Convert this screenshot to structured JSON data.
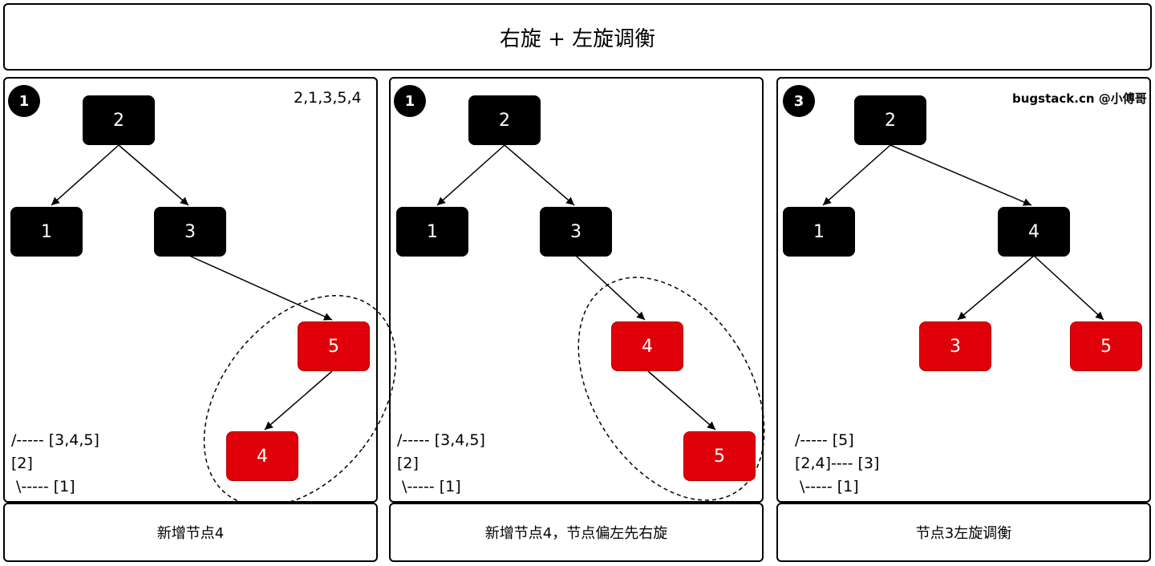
{
  "title": "右旋 + 左旋调衡",
  "colors": {
    "black_node": "#000000",
    "red_node": "#e0000a"
  },
  "panels": [
    {
      "badge": "1",
      "sequence": "2,1,3,5,4",
      "nodes": [
        "2",
        "1",
        "3",
        "5",
        "4"
      ],
      "ascii": [
        "/----- [3,4,5]",
        "[2]",
        " \\----- [1]"
      ],
      "caption": "新增节点4"
    },
    {
      "badge": "1",
      "nodes": [
        "2",
        "1",
        "3",
        "4",
        "5"
      ],
      "ascii": [
        "/----- [3,4,5]",
        "[2]",
        " \\----- [1]"
      ],
      "caption": "新增节点4，节点偏左先右旋"
    },
    {
      "badge": "3",
      "watermark": "bugstack.cn @小傅哥",
      "nodes": [
        "2",
        "1",
        "4",
        "3",
        "5"
      ],
      "ascii": [
        "/----- [5]",
        "[2,4]---- [3]",
        " \\----- [1]"
      ],
      "caption": "节点3左旋调衡"
    }
  ]
}
